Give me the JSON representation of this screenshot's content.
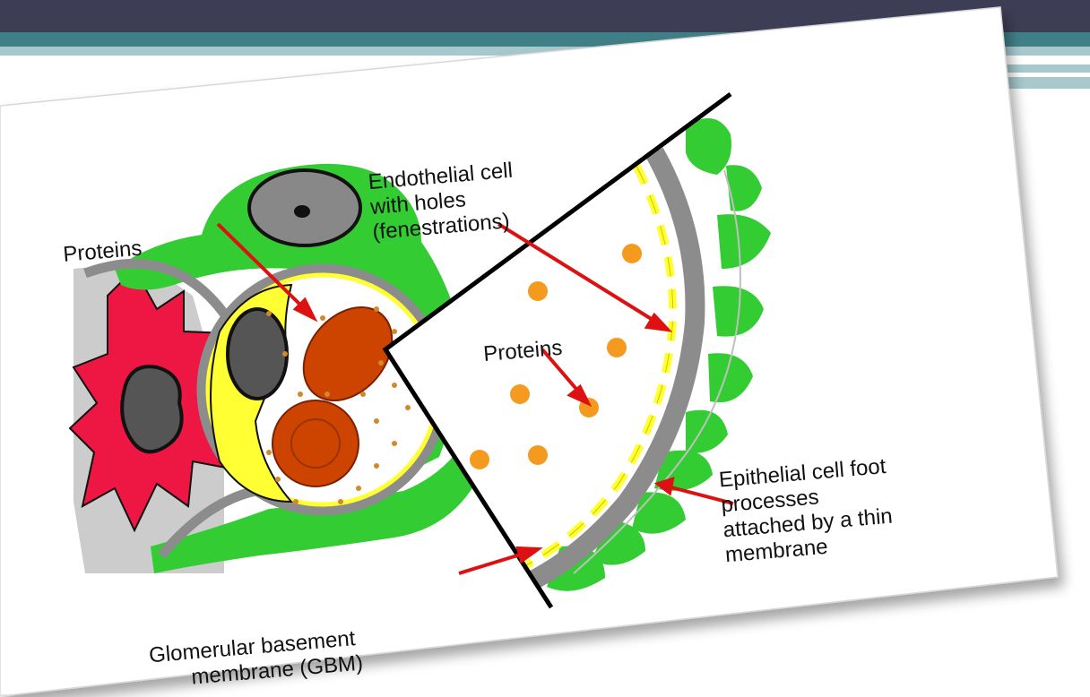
{
  "labels": {
    "proteins_left": "Proteins",
    "endothelial_line1": "Endothelial cell",
    "endothelial_line2": "with holes",
    "endothelial_line3": "(fenestrations)",
    "proteins_center": "Proteins",
    "epithelial_line1": "Epithelial cell foot",
    "epithelial_line2": "processes",
    "epithelial_line3": "attached by a thin",
    "epithelial_line4": "membrane",
    "gbm_line1": "Glomerular basement",
    "gbm_line2": "membrane (GBM)"
  },
  "colors": {
    "header_dark": "#3d3e56",
    "header_teal": "#3f7f87",
    "header_light": "#a7c8cc",
    "epithelial_green": "#33cc33",
    "mesangial_red": "#ee1744",
    "endothelial_yellow": "#ffff33",
    "gbm_gray": "#8c8c8c",
    "red_blood_cell": "#cc4400",
    "protein_orange": "#f39a1f",
    "arrow_red": "#dd1111"
  }
}
